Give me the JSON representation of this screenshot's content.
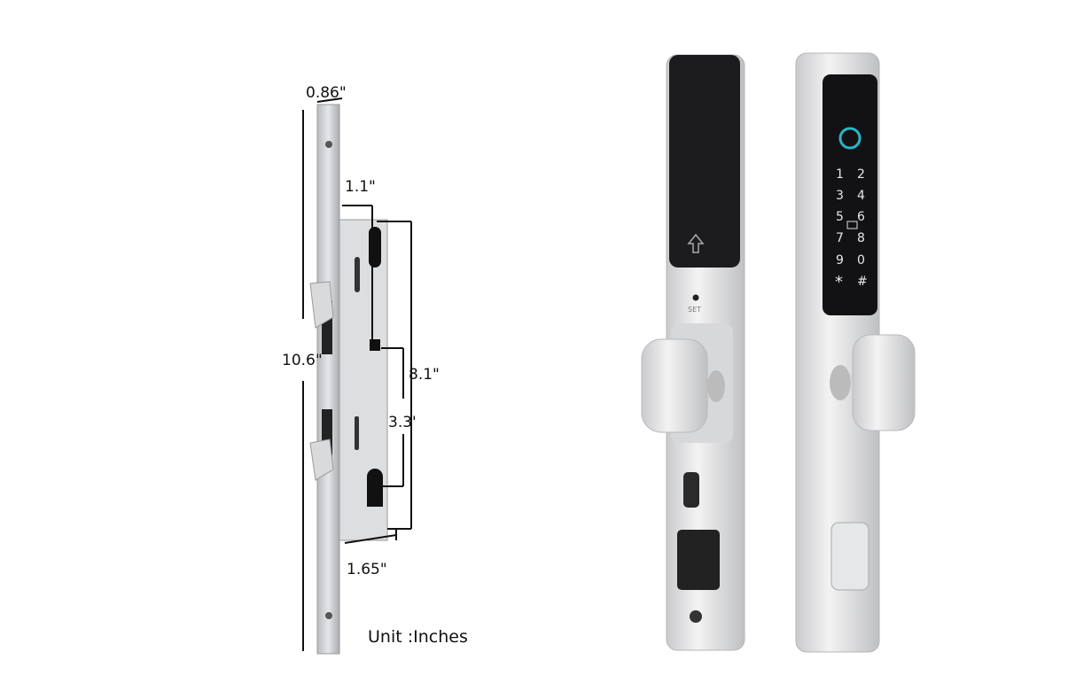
{
  "dimensions": {
    "faceplate_width": "0.86\"",
    "backset_offset": "1.1\"",
    "overall_height": "10.6\"",
    "case_height": "8.1\"",
    "spindle_to_cylinder": "3.3'",
    "case_depth": "1.65\"",
    "unit_note": "Unit :Inches"
  },
  "lock": {
    "set_label": "SET",
    "keypad_keys": [
      "1",
      "2",
      "3",
      "4",
      "5",
      "6",
      "7",
      "8",
      "9",
      "0",
      "*",
      "#"
    ],
    "accent_color": "#2bb5c4"
  }
}
